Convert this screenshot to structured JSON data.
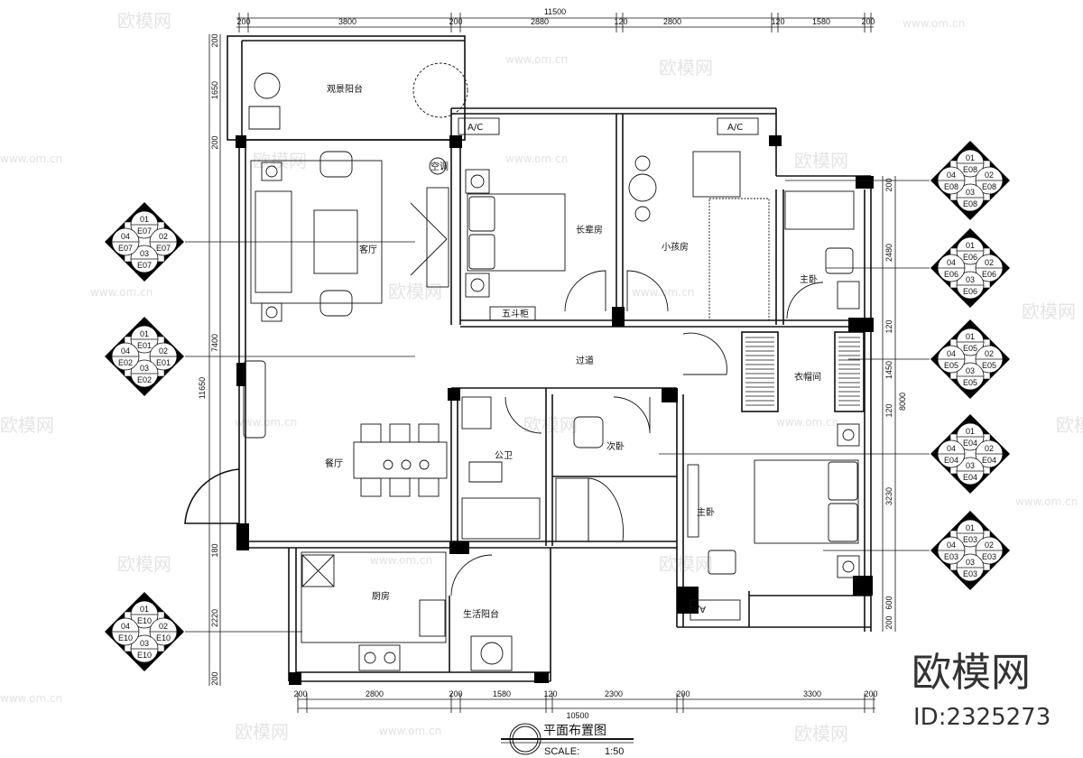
{
  "drawing": {
    "title": "平面布置图",
    "scale_label": "SCALE:",
    "scale_value": "1:50"
  },
  "watermark": {
    "site": "www.om.cn",
    "brand": "欧模网",
    "id": "ID:2325273"
  },
  "dimensions": {
    "top_total": "11500",
    "top": [
      "200",
      "3800",
      "200",
      "2880",
      "120",
      "2800",
      "120",
      "1580",
      "200"
    ],
    "bottom_total": "10500",
    "bottom": [
      "200",
      "2800",
      "200",
      "1580",
      "120",
      "2300",
      "200",
      "3300",
      "200"
    ],
    "left_total": "11650",
    "left": [
      "200",
      "1650",
      "200",
      "7400",
      "180",
      "2220",
      "200"
    ],
    "right_total": "8000",
    "right": [
      "200",
      "2480",
      "120",
      "1450",
      "120",
      "3230",
      "600",
      "200"
    ]
  },
  "rooms": {
    "view_balcony": "观景阳台",
    "living_room": "客厅",
    "ac": "空调",
    "elder_room": "长辈房",
    "chest": "五斗柜",
    "kids_room": "小孩房",
    "master_bath": "主卧",
    "corridor": "过道",
    "closet": "衣帽间",
    "dining": "餐厅",
    "public_bath": "公卫",
    "second_bedroom": "次卧",
    "master_bedroom": "主卧",
    "kitchen": "厨房",
    "utility_balcony": "生活阳台",
    "ac_label": "A/C"
  },
  "index_symbols": [
    {
      "side": "left",
      "labels": [
        [
          "01",
          "E07"
        ],
        [
          "02",
          "E07"
        ],
        [
          "03",
          "E07"
        ],
        [
          "04",
          "E07"
        ]
      ]
    },
    {
      "side": "left",
      "labels": [
        [
          "01",
          "E01"
        ],
        [
          "02",
          "E01"
        ],
        [
          "03",
          "E02"
        ],
        [
          "04",
          "E02"
        ]
      ]
    },
    {
      "side": "left",
      "labels": [
        [
          "01",
          "E10"
        ],
        [
          "02",
          "E10"
        ],
        [
          "03",
          "E10"
        ],
        [
          "04",
          "E10"
        ]
      ]
    },
    {
      "side": "right",
      "labels": [
        [
          "01",
          "E08"
        ],
        [
          "02",
          "E08"
        ],
        [
          "03",
          "E08"
        ],
        [
          "04",
          "E08"
        ]
      ]
    },
    {
      "side": "right",
      "labels": [
        [
          "01",
          "E06"
        ],
        [
          "02",
          "E06"
        ],
        [
          "03",
          "E06"
        ],
        [
          "04",
          "E06"
        ]
      ]
    },
    {
      "side": "right",
      "labels": [
        [
          "01",
          "E05"
        ],
        [
          "02",
          "E05"
        ],
        [
          "03",
          "E05"
        ],
        [
          "04",
          "E05"
        ]
      ]
    },
    {
      "side": "right",
      "labels": [
        [
          "01",
          "E04"
        ],
        [
          "02",
          "E04"
        ],
        [
          "03",
          "E04"
        ],
        [
          "04",
          "E04"
        ]
      ]
    },
    {
      "side": "right",
      "labels": [
        [
          "01",
          "E03"
        ],
        [
          "02",
          "E03"
        ],
        [
          "03",
          "E03"
        ],
        [
          "04",
          "E03"
        ]
      ]
    }
  ]
}
